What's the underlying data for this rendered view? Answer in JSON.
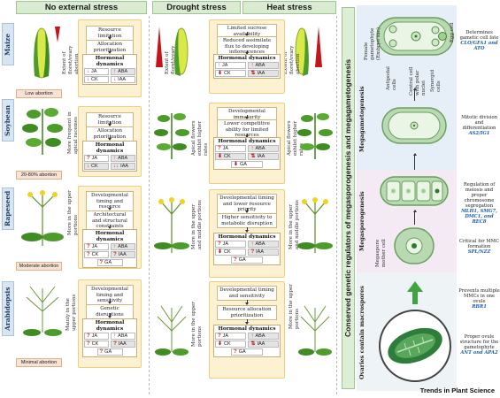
{
  "headers": {
    "no_stress": "No external stress",
    "drought": "Drought stress",
    "heat": "Heat stress"
  },
  "rows": [
    {
      "label": "Maize",
      "outcome": "Low abortion"
    },
    {
      "label": "Soybean",
      "outcome": "20-80% abortion"
    },
    {
      "label": "Rapeseed",
      "outcome": "Moderate abortion"
    },
    {
      "label": "Arabidopsis",
      "outcome": "Minimal abortion"
    }
  ],
  "notes": {
    "maize_extent": "Extent of floret/ovary abortion",
    "soy_apical": "More frequent in apical racemes",
    "soy_drought_apical": "Apical flowers exhibit higher rates",
    "soy_heat_apical": "Apical flowers exhibit higher rates",
    "rape_upper": "More in the upper portions",
    "rape_drought": "More in the upper and middle portions",
    "rape_heat": "More in the upper and middle portions",
    "arab_upper": "Mainly in the upper portions",
    "arab_drought": "More in the upper portions",
    "arab_heat": "More in the upper portions"
  },
  "hormone_title": "Hormonal dynamics",
  "hormones": {
    "ja": "JA",
    "aba": "ABA",
    "ck": "CK",
    "iaa": "IAA",
    "ga": "GA"
  },
  "no_stress": {
    "maize": [
      "Resource limitation",
      "Allocation prioritization"
    ],
    "soybean": [
      "Resource limitation",
      "Allocation prioritization"
    ],
    "rapeseed": [
      "Developmental timing and resource allocation",
      "Architectural and structural constraints"
    ],
    "arabidopsis": [
      "Developmental timing and sensitivity",
      "Genetic disruptions"
    ]
  },
  "stress": {
    "maize": [
      "Limited sucrose availability",
      "Reduced assimilate flux to developing inflorescences"
    ],
    "soybean": [
      "Developmental immaturity",
      "Lower competitive ability for limited resources"
    ],
    "rapeseed": [
      "Developmental timing and lower resource priority",
      "Higher sensitivity to metabolic disruption"
    ],
    "arabidopsis": [
      "Developmental timing and sensitivity",
      "Resource allocation prioritization"
    ]
  },
  "right": {
    "title": "Conserved genetic regulators of megasporogenesis and megagametogenesis",
    "stages": {
      "gametogenesis": "Megagametogenesis",
      "sporogenesis": "Megasporogenesis",
      "ovaries": "Ovaries contain macrospores"
    },
    "cells": {
      "female_gametophyte": "Female gametophyte (Embryo sac)",
      "antipodal": "Antipodal cells",
      "central": "Central cell with polar nuclei",
      "synergid": "Synergid cells",
      "egg": "Egg cell",
      "mmc": "Megaspore mother cell"
    },
    "notes": [
      {
        "text": "Determines gametic cell fate",
        "genes": "CLO/GFA1 and ATO"
      },
      {
        "text": "Mitotic division and differentiation",
        "genes": "AS2/IG1"
      },
      {
        "text": "Regulation of meiosis and proper chromosome segregation",
        "genes": "MLH1, SMG7, DMC1, and REC8"
      },
      {
        "text": "Critical for MMC formation",
        "genes": "SPL/NZZ"
      },
      {
        "text": "Prevents multiple MMCs in one ovule",
        "genes": "RBR1"
      },
      {
        "text": "Proper ovule structure for the gametophyte",
        "genes": "ANT and APA2"
      }
    ]
  },
  "footer": "Trends in Plant Science",
  "colors": {
    "header_green": "#d9ecd2",
    "panel_yellow": "#fdf1d3",
    "up_red": "#d12a2a",
    "gene_blue": "#1f5fa8"
  }
}
